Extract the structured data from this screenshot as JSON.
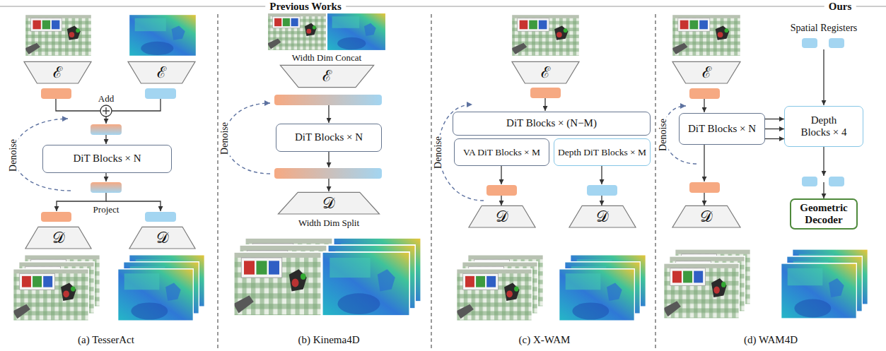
{
  "diagram": {
    "nodes": [
      {
        "text": [
          "ℰ"
        ]
      },
      {
        "text": [
          "ℰ"
        ]
      },
      {
        "text": [
          "DiT Blocks × N"
        ]
      },
      {
        "text": [
          "𝒟"
        ]
      },
      {
        "text": [
          "𝒟"
        ]
      },
      {
        "text": [
          "ℰ"
        ]
      },
      {
        "text": [
          "DiT Blocks × N"
        ]
      },
      {
        "text": [
          "𝒟"
        ]
      },
      {
        "text": [
          "ℰ"
        ]
      },
      {
        "text": [
          "DiT Blocks × (N−M)"
        ]
      },
      {
        "text": [
          "VA DiT Blocks × M"
        ]
      },
      {
        "text": [
          "Depth DiT Blocks × M"
        ]
      },
      {
        "text": [
          "𝒟"
        ]
      },
      {
        "text": [
          "𝒟"
        ]
      },
      {
        "text": [
          "ℰ"
        ]
      },
      {
        "text": [
          "DiT Blocks × N"
        ]
      },
      {
        "text": [
          "Depth Blocks × 4"
        ]
      },
      {
        "text": [
          "𝒟"
        ]
      },
      {
        "text": [
          "Geometric Decoder"
        ]
      }
    ],
    "edges": [
      {
        "from": 15,
        "to": 16,
        "arrow": "to"
      },
      {
        "from": 15,
        "to": 16,
        "arrow": "to"
      },
      {
        "from": 15,
        "to": 16,
        "arrow": "to"
      }
    ],
    "labels": [
      "Previous Works",
      "Ours",
      "Add",
      "Denoise",
      "Project",
      "(a) TesserAct",
      "Width Dim Concat",
      "Denoise",
      "Width Dim Split",
      "(b) Kinema4D",
      "Denoise",
      "(c) X-WAM",
      "Spatial Registers",
      "Denoise",
      "(d) WAM4D"
    ]
  }
}
